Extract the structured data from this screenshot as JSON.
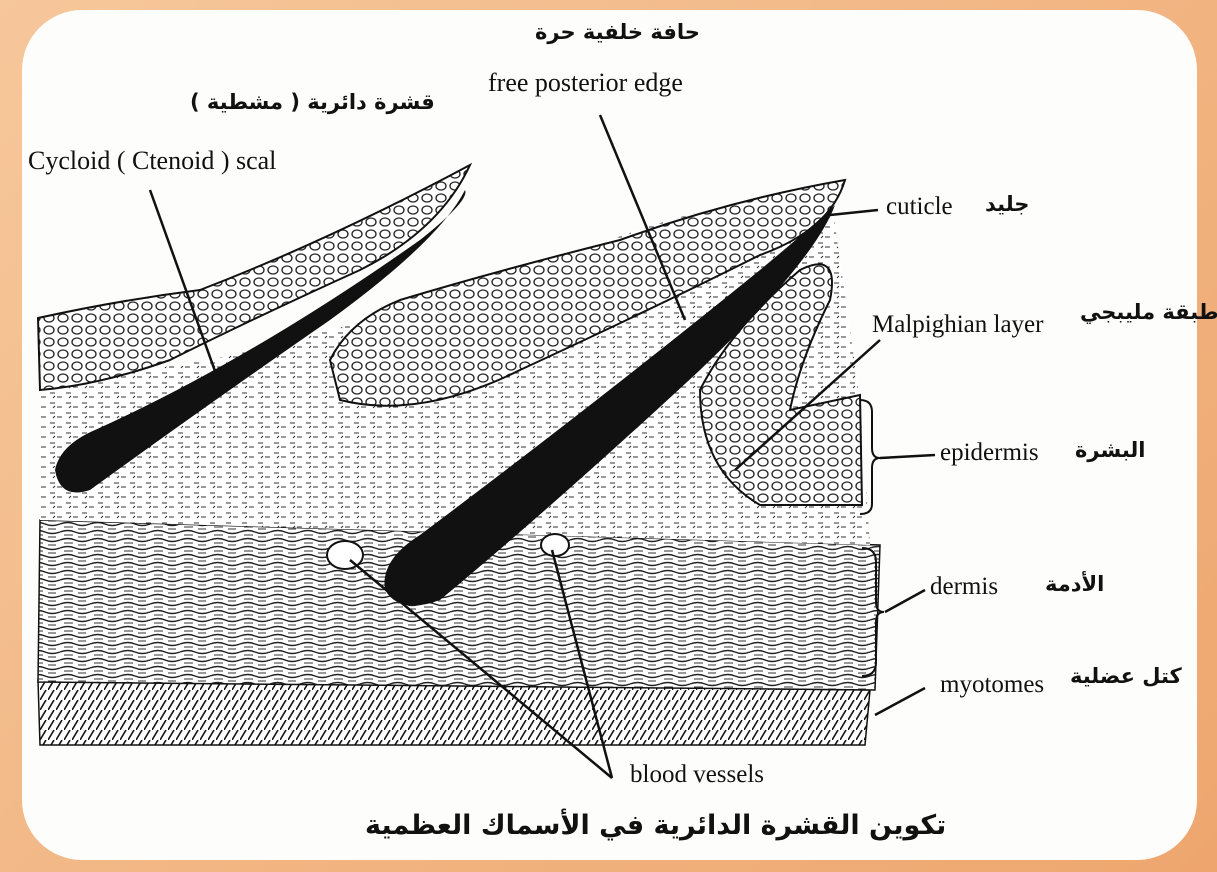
{
  "labels": {
    "scale_ar": "قشرة دائرية ( مشطية )",
    "scale_en": "Cycloid ( Ctenoid ) scal",
    "edge_ar": "حافة خلفية حرة",
    "edge_en": "free posterior edge",
    "cuticle_en": "cuticle",
    "cuticle_ar": "جليد",
    "malpighian_en": "Malpighian layer",
    "malpighian_ar": "طبقة مليبجي",
    "epidermis_en": "epidermis",
    "epidermis_ar": "البشرة",
    "dermis_en": "dermis",
    "dermis_ar": "الأدمة",
    "myotomes_en": "myotomes",
    "myotomes_ar": "كتل عضلية",
    "blood_vessels_en": "blood vessels"
  },
  "caption": "تكوين القشرة الدائرية في الأسماك العظمية",
  "colors": {
    "frame": "#eea66e",
    "card": "#fdfdfb",
    "ink": "#111111"
  }
}
